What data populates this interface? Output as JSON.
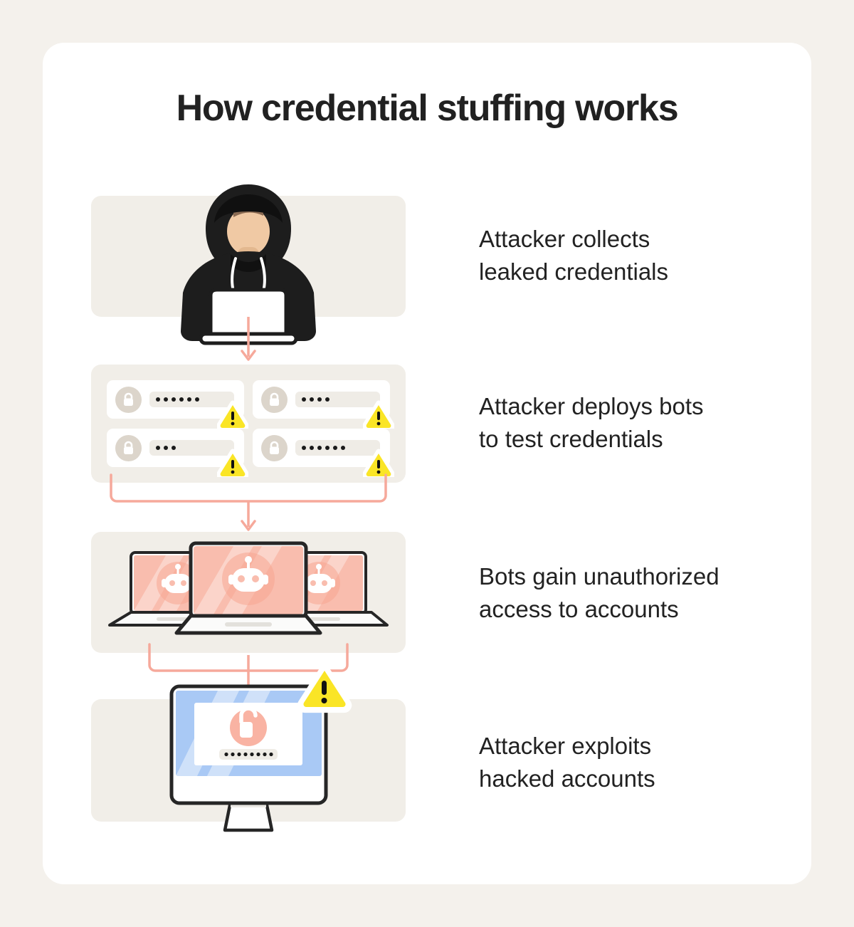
{
  "page": {
    "background_color": "#F4F1EC",
    "card_color": "#FFFFFF"
  },
  "header": {
    "title": "How credential stuffing works"
  },
  "palette": {
    "panel": "#F1EEE8",
    "arrow": "#F6A99B",
    "warning_yellow": "#FAE526",
    "bot_pink": "#F9BDAE",
    "screen_blue": "#A9C9F5",
    "lock_beige": "#DCD5CB",
    "ink": "#222222"
  },
  "steps": [
    {
      "index": 1,
      "label": "Attacker collects\nleaked credentials",
      "illustration": "hooded-attacker-at-laptop-icon"
    },
    {
      "index": 2,
      "label": "Attacker deploys bots\nto test credentials",
      "illustration": "credential-cards-icon",
      "credentials": [
        {
          "lock": "lock-closed-icon",
          "dots": 6,
          "badge": "warning-triangle-icon"
        },
        {
          "lock": "lock-closed-icon",
          "dots": 4,
          "badge": "warning-triangle-icon"
        },
        {
          "lock": "lock-closed-icon",
          "dots": 3,
          "badge": "warning-triangle-icon"
        },
        {
          "lock": "lock-closed-icon",
          "dots": 6,
          "badge": "warning-triangle-icon"
        }
      ]
    },
    {
      "index": 3,
      "label": "Bots gain unauthorized\naccess to accounts",
      "illustration": "three-laptops-with-bots-icon",
      "laptops": [
        {
          "position": "left",
          "screen": "robot-head-icon"
        },
        {
          "position": "center",
          "screen": "robot-head-icon"
        },
        {
          "position": "right",
          "screen": "robot-head-icon"
        }
      ]
    },
    {
      "index": 4,
      "label": "Attacker exploits\nhacked accounts",
      "illustration": "desktop-monitor-unlocked-icon",
      "monitor": {
        "lock": "lock-open-icon",
        "password_dots": 8,
        "badge": "warning-triangle-icon"
      }
    }
  ],
  "connectors": [
    {
      "from": 1,
      "to": 2,
      "type": "arrow-down"
    },
    {
      "from": 2,
      "to": 3,
      "type": "bracket-merge-arrow-down"
    },
    {
      "from": 3,
      "to": 4,
      "type": "bracket-merge-arrow-down"
    }
  ]
}
